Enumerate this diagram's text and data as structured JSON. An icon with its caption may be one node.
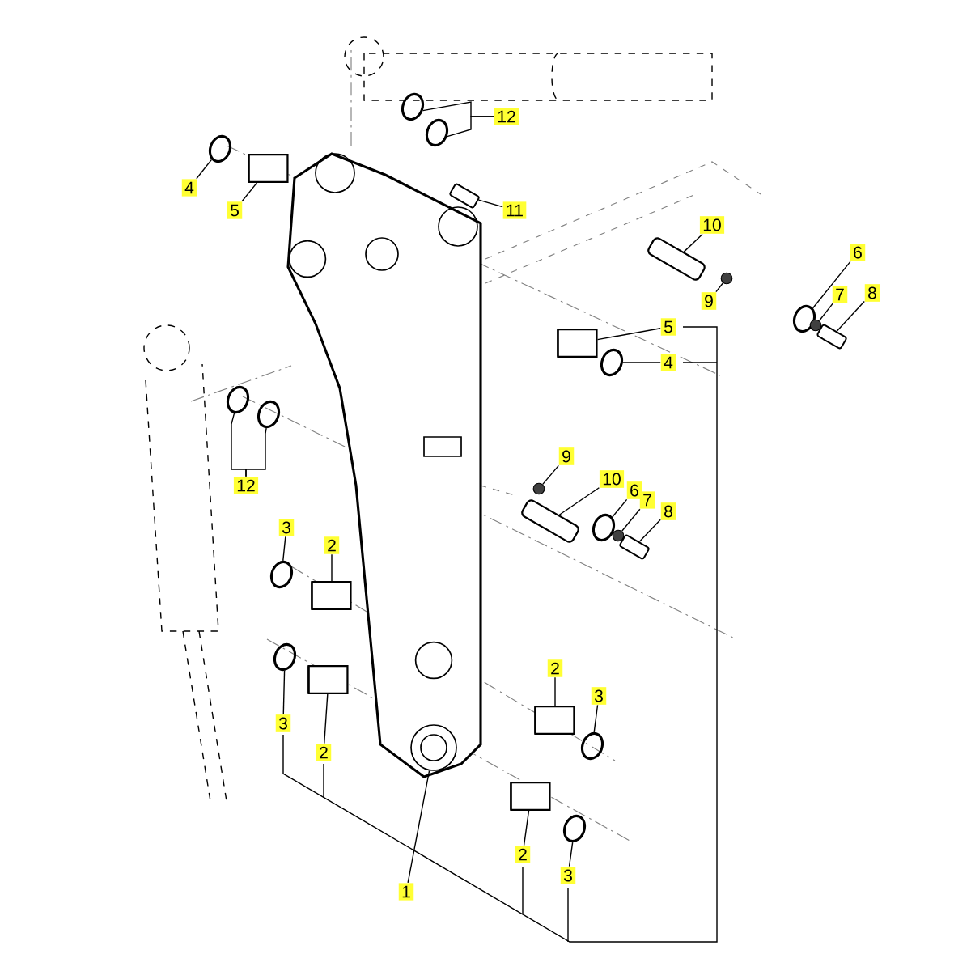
{
  "diagram": {
    "nodes": [
      {
        "text": [
          "12"
        ]
      },
      {
        "text": [],
        "shape": "circle"
      },
      {
        "text": [],
        "shape": "circle"
      },
      {
        "text": [
          "4"
        ]
      },
      {
        "text": [],
        "shape": "circle"
      },
      {
        "text": [
          "5"
        ]
      },
      {
        "text": [],
        "shape": "cylinder"
      },
      {
        "text": [
          "11"
        ]
      },
      {
        "text": [],
        "shape": "bolt"
      },
      {
        "text": [
          "10"
        ]
      },
      {
        "text": [],
        "shape": "pin"
      },
      {
        "text": [
          "6"
        ]
      },
      {
        "text": [],
        "shape": "circle"
      },
      {
        "text": [
          "7"
        ]
      },
      {
        "text": [],
        "shape": "nut"
      },
      {
        "text": [
          "8"
        ]
      },
      {
        "text": [],
        "shape": "bolt"
      },
      {
        "text": [
          "9"
        ]
      },
      {
        "text": [],
        "shape": "nut"
      },
      {
        "text": [
          "5"
        ]
      },
      {
        "text": [],
        "shape": "cylinder"
      },
      {
        "text": [
          "4"
        ]
      },
      {
        "text": [],
        "shape": "circle"
      },
      {
        "text": [
          "9"
        ]
      },
      {
        "text": [],
        "shape": "nut"
      },
      {
        "text": [
          "10"
        ]
      },
      {
        "text": [],
        "shape": "pin"
      },
      {
        "text": [
          "6"
        ]
      },
      {
        "text": [],
        "shape": "circle"
      },
      {
        "text": [
          "7"
        ]
      },
      {
        "text": [],
        "shape": "nut"
      },
      {
        "text": [
          "8"
        ]
      },
      {
        "text": [],
        "shape": "bolt"
      },
      {
        "text": [
          "12"
        ]
      },
      {
        "text": [],
        "shape": "circle"
      },
      {
        "text": [],
        "shape": "circle"
      },
      {
        "text": [
          "3"
        ]
      },
      {
        "text": [],
        "shape": "circle"
      },
      {
        "text": [
          "2"
        ]
      },
      {
        "text": [],
        "shape": "cylinder"
      },
      {
        "text": [
          "3"
        ]
      },
      {
        "text": [],
        "shape": "circle"
      },
      {
        "text": [
          "2"
        ]
      },
      {
        "text": [],
        "shape": "cylinder"
      },
      {
        "text": [
          "2"
        ]
      },
      {
        "text": [],
        "shape": "cylinder"
      },
      {
        "text": [
          "3"
        ]
      },
      {
        "text": [],
        "shape": "circle"
      },
      {
        "text": [
          "2"
        ]
      },
      {
        "text": [],
        "shape": "cylinder"
      },
      {
        "text": [
          "3"
        ]
      },
      {
        "text": [],
        "shape": "circle"
      },
      {
        "text": [
          "1"
        ]
      },
      {
        "text": [],
        "shape": "picture"
      }
    ],
    "edges": [
      {
        "from": 0,
        "to": 1,
        "arrow": "none"
      },
      {
        "from": 0,
        "to": 2,
        "arrow": "none"
      },
      {
        "from": 3,
        "to": 4,
        "arrow": "none"
      },
      {
        "from": 5,
        "to": 6,
        "arrow": "none"
      },
      {
        "from": 7,
        "to": 8,
        "arrow": "none"
      },
      {
        "from": 9,
        "to": 10,
        "arrow": "none"
      },
      {
        "from": 11,
        "to": 12,
        "arrow": "none"
      },
      {
        "from": 13,
        "to": 14,
        "arrow": "none"
      },
      {
        "from": 15,
        "to": 16,
        "arrow": "none"
      },
      {
        "from": 17,
        "to": 18,
        "arrow": "none"
      },
      {
        "from": 19,
        "to": 20,
        "arrow": "none"
      },
      {
        "from": 21,
        "to": 22,
        "arrow": "none"
      },
      {
        "from": 23,
        "to": 24,
        "arrow": "none"
      },
      {
        "from": 25,
        "to": 26,
        "arrow": "none"
      },
      {
        "from": 27,
        "to": 28,
        "arrow": "none"
      },
      {
        "from": 29,
        "to": 30,
        "arrow": "none"
      },
      {
        "from": 31,
        "to": 32,
        "arrow": "none"
      },
      {
        "from": 33,
        "to": 34,
        "arrow": "none"
      },
      {
        "from": 33,
        "to": 35,
        "arrow": "none"
      },
      {
        "from": 36,
        "to": 37,
        "arrow": "none"
      },
      {
        "from": 38,
        "to": 39,
        "arrow": "none"
      },
      {
        "from": 40,
        "to": 41,
        "arrow": "none"
      },
      {
        "from": 42,
        "to": 43,
        "arrow": "none"
      },
      {
        "from": 44,
        "to": 45,
        "arrow": "none"
      },
      {
        "from": 46,
        "to": 47,
        "arrow": "none"
      },
      {
        "from": 48,
        "to": 49,
        "arrow": "none"
      },
      {
        "from": 50,
        "to": 51,
        "arrow": "none"
      },
      {
        "from": 52,
        "to": 53,
        "arrow": "none"
      }
    ]
  }
}
